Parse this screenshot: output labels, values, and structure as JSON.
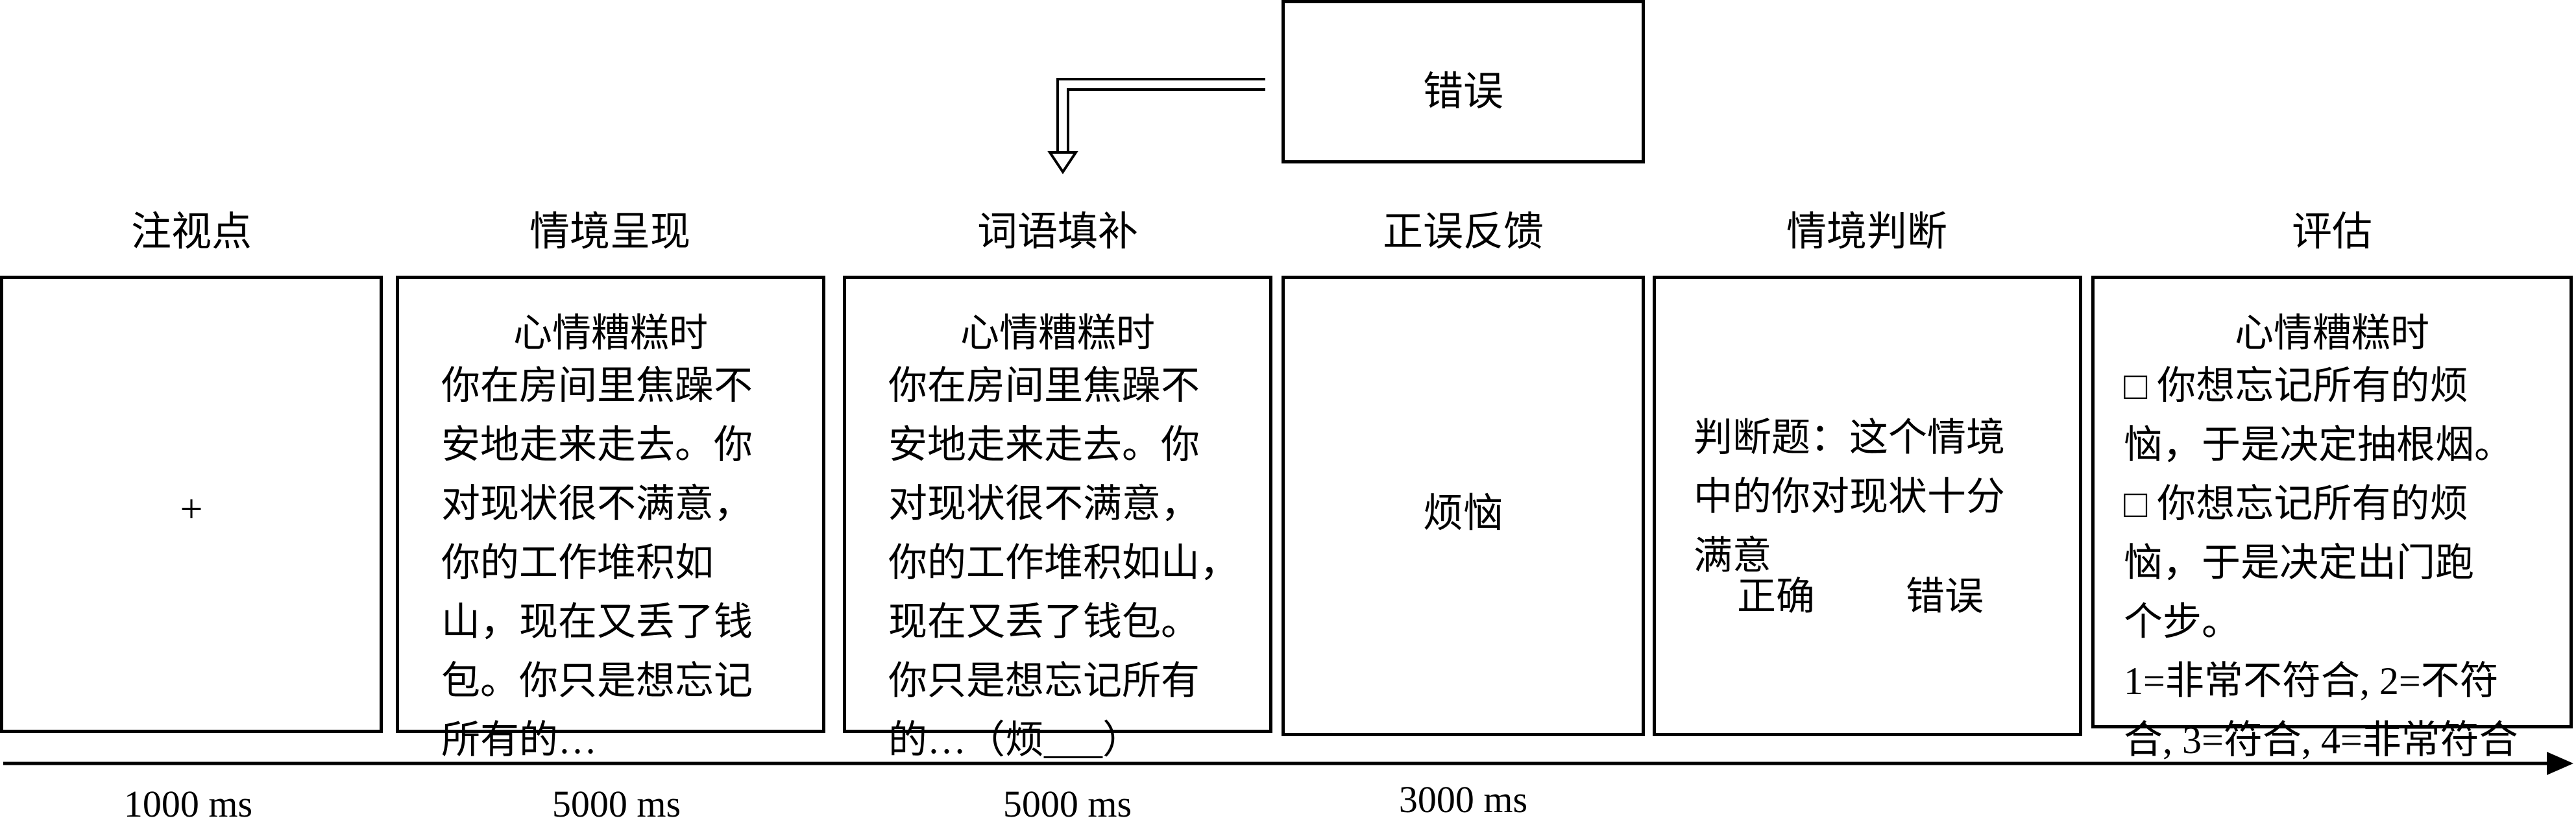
{
  "feedback_box": {
    "text": "错误"
  },
  "stages": [
    {
      "label": "注视点",
      "duration": "1000 ms"
    },
    {
      "label": "情境呈现",
      "duration": "5000 ms"
    },
    {
      "label": "词语填补",
      "duration": "5000 ms"
    },
    {
      "label": "正误反馈",
      "duration": "3000 ms"
    },
    {
      "label": "情境判断"
    },
    {
      "label": "评估"
    }
  ],
  "fixation": {
    "symbol": "+"
  },
  "scenario": {
    "title": "心情糟糕时",
    "lines": [
      "你在房间里焦躁不",
      "安地走来走去。你",
      "对现状很不满意，",
      "你的工作堆积如",
      "山，现在又丢了钱",
      "包。你只是想忘记",
      "所有的…"
    ]
  },
  "fill_in": {
    "title": "心情糟糕时",
    "lines": [
      "你在房间里焦躁不",
      "安地走来走去。你",
      "对现状很不满意，",
      "你的工作堆积如山，",
      "现在又丢了钱包。",
      "你只是想忘记所有",
      "的…（烦___）"
    ]
  },
  "feedback": {
    "word": "烦恼"
  },
  "judgment": {
    "lines": [
      "判断题：这个情境",
      "中的你对现状十分",
      "满意"
    ],
    "options": [
      "正确",
      "错误"
    ]
  },
  "evaluation": {
    "title": "心情糟糕时",
    "lines": [
      "□ 你想忘记所有的烦",
      "恼，于是决定抽根烟。",
      "□ 你想忘记所有的烦",
      "恼，于是决定出门跑",
      "个步。",
      "1=非常不符合, 2=不符",
      "合, 3=符合, 4=非常符合"
    ]
  }
}
